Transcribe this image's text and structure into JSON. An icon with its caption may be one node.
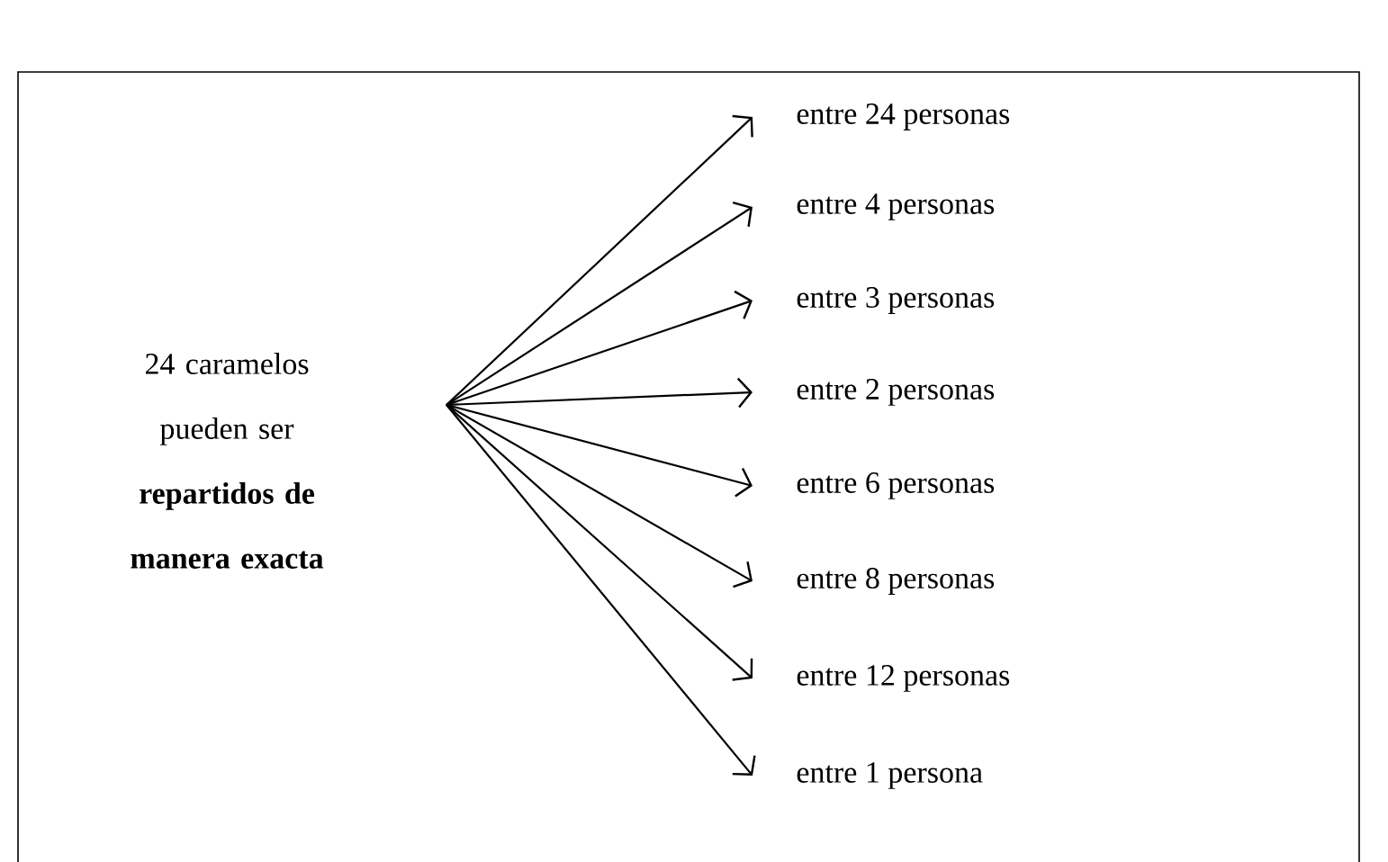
{
  "diagram": {
    "nodes": [
      {
        "text": [
          "24 caramelos pueden ser **repartidos de manera exacta**"
        ]
      },
      {
        "text": [
          "entre 24 personas"
        ]
      },
      {
        "text": [
          "entre 4 personas"
        ]
      },
      {
        "text": [
          "entre 3 personas"
        ]
      },
      {
        "text": [
          "entre 2 personas"
        ]
      },
      {
        "text": [
          "entre 6 personas"
        ]
      },
      {
        "text": [
          "entre 8 personas"
        ]
      },
      {
        "text": [
          "entre 12 personas"
        ]
      },
      {
        "text": [
          "entre 1 persona"
        ]
      }
    ],
    "edges": [
      {
        "from": 0,
        "to": 1,
        "arrow": "to"
      },
      {
        "from": 0,
        "to": 2,
        "arrow": "to"
      },
      {
        "from": 0,
        "to": 3,
        "arrow": "to"
      },
      {
        "from": 0,
        "to": 4,
        "arrow": "to"
      },
      {
        "from": 0,
        "to": 5,
        "arrow": "to"
      },
      {
        "from": 0,
        "to": 6,
        "arrow": "to"
      },
      {
        "from": 0,
        "to": 7,
        "arrow": "to"
      },
      {
        "from": 0,
        "to": 8,
        "arrow": "to"
      }
    ]
  }
}
